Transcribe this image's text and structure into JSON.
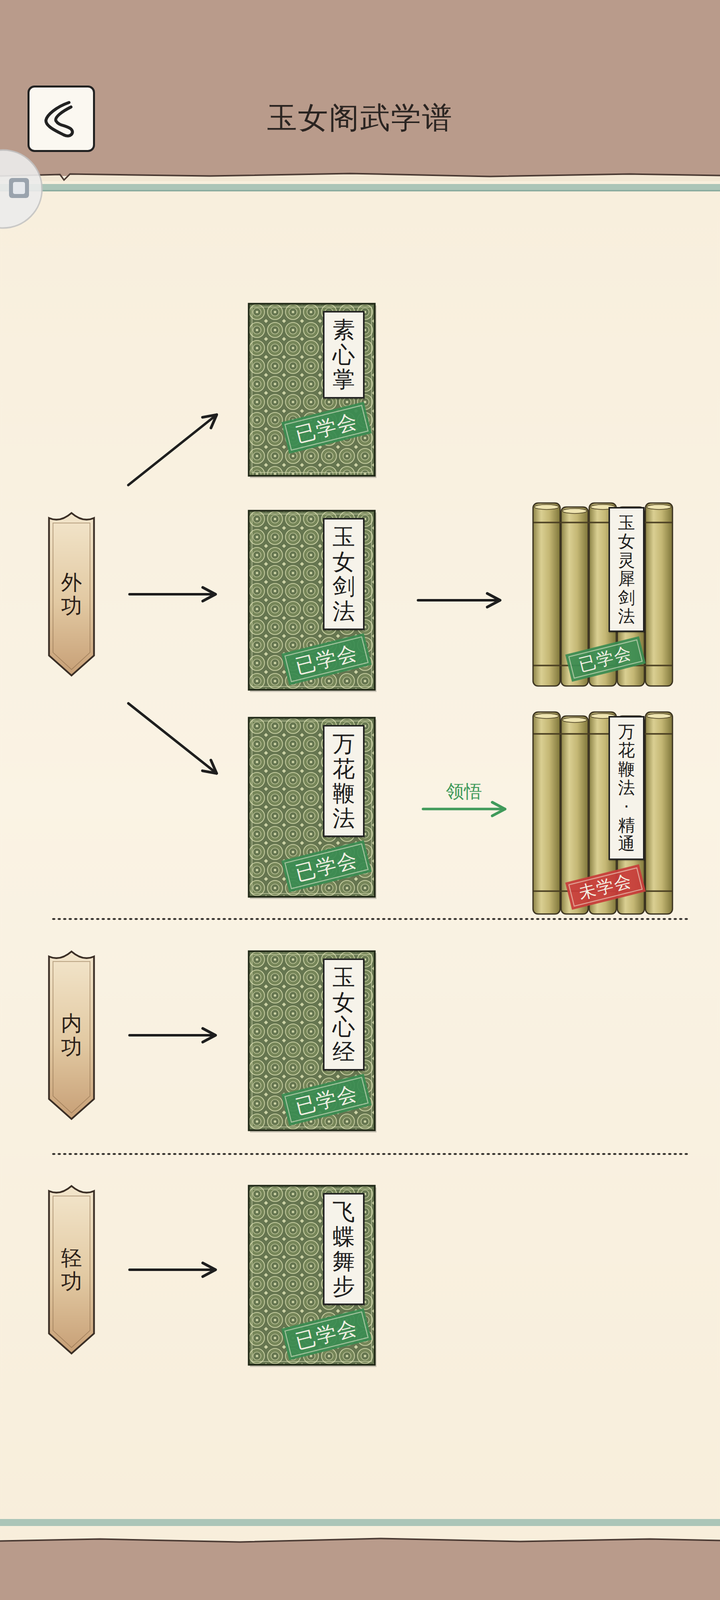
{
  "diagram": {
    "title": "玉女阁武学谱",
    "nodes": [
      {
        "text": [
          "素心掌",
          "已学会"
        ]
      },
      {
        "text": [
          "外功"
        ]
      },
      {
        "text": [
          "玉女剑法",
          "已学会"
        ]
      },
      {
        "text": [
          "玉女灵犀剑法",
          "已学会"
        ]
      },
      {
        "text": [
          "万花鞭法",
          "已学会"
        ]
      },
      {
        "text": [
          "万花鞭法·精通",
          "未学会"
        ]
      },
      {
        "text": [
          "内功"
        ]
      },
      {
        "text": [
          "玉女心经",
          "已学会"
        ]
      },
      {
        "text": [
          "轻功"
        ]
      },
      {
        "text": [
          "飞蝶舞步",
          "已学会"
        ]
      }
    ],
    "edges": [
      {
        "from": 1,
        "to": 0,
        "arrow": "to"
      },
      {
        "from": 1,
        "to": 2,
        "arrow": "to"
      },
      {
        "from": 1,
        "to": 4,
        "arrow": "to"
      },
      {
        "from": 2,
        "to": 3,
        "arrow": "to"
      },
      {
        "from": 4,
        "to": 5,
        "label": "领悟",
        "arrow": "to"
      },
      {
        "from": 6,
        "to": 7,
        "arrow": "to"
      },
      {
        "from": 8,
        "to": 9,
        "arrow": "to"
      }
    ]
  }
}
